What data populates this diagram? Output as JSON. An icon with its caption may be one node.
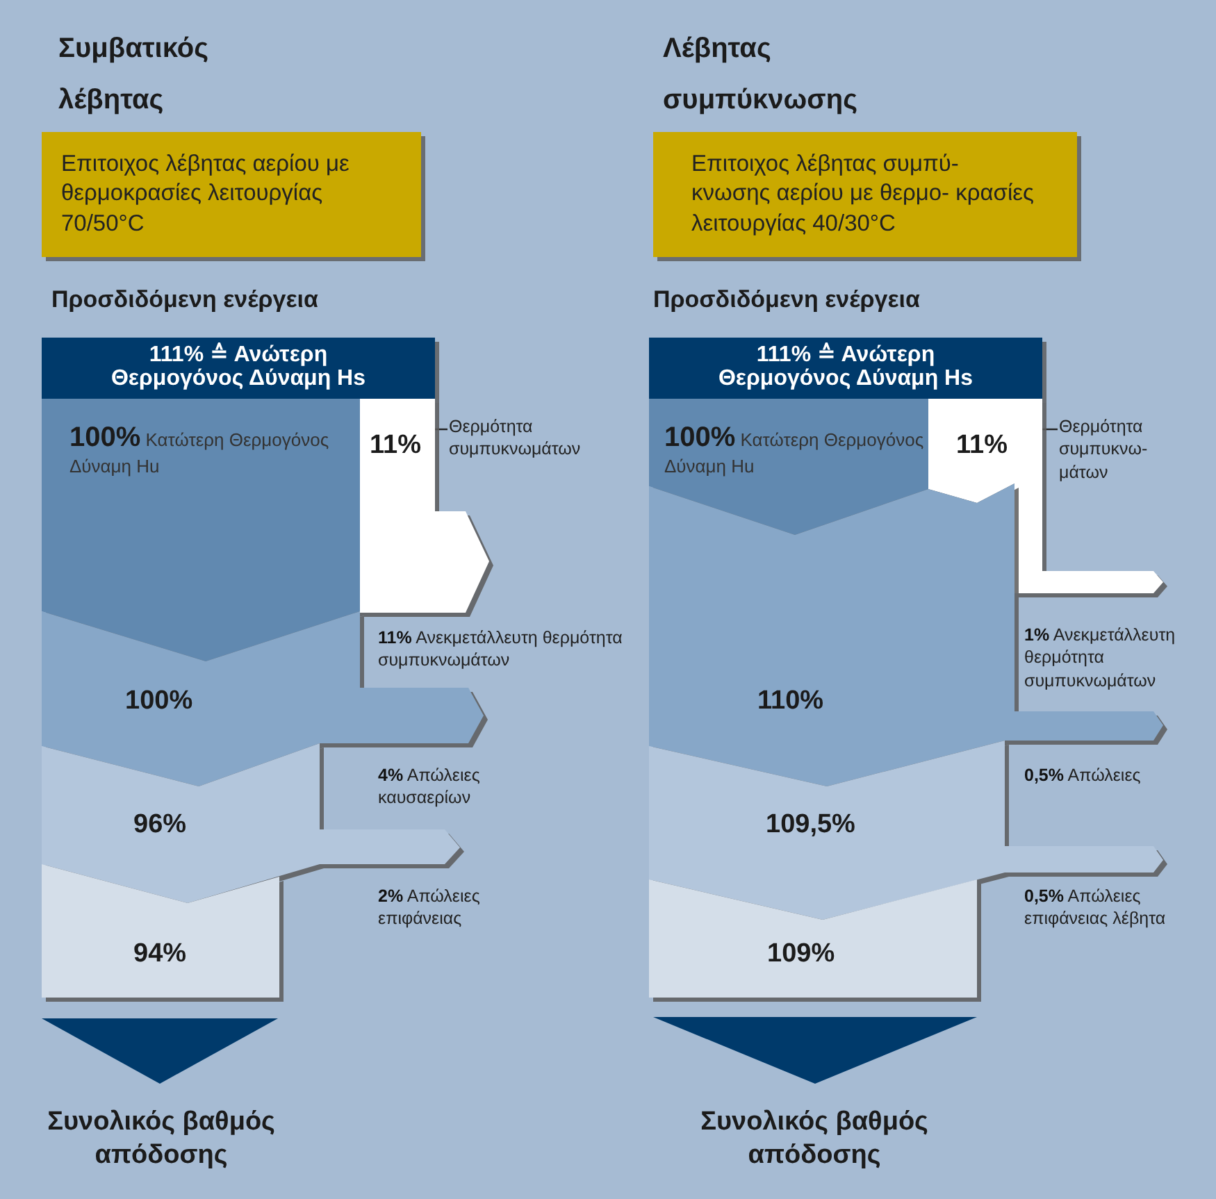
{
  "diagram": {
    "nodes": [
      {
        "text": [
          "Επιτοιχος λέβητας αερίου με θερμοκρασίες λειτουργίας 70/50°C"
        ]
      },
      {
        "text": [
          "Επιτοιχος λέβητας συμπύ- κνωσης αερίου με θερμο- κρασίες λειτουργίας 40/30°C"
        ]
      },
      {
        "text": [
          "111% ≙ Ανώτερη Θερμογόνος Δύναμη Hs"
        ]
      },
      {
        "text": [
          "**100%** Κατώτερη Θερμογόνος Δύναμη Hu"
        ]
      },
      {
        "text": [
          "11%"
        ]
      },
      {
        "text": [
          "Θερμότητα συμπυκνωμάτων"
        ]
      },
      {
        "text": [
          "100%"
        ]
      },
      {
        "text": [
          "96%"
        ]
      },
      {
        "text": [
          "94%"
        ]
      },
      {
        "text": [],
        "shape": "triangle",
        "beside": [
          "Συνολικός βαθμός απόδοσης"
        ]
      },
      {
        "text": [
          "111% ≙ Ανώτερη Θερμογόνος Δύναμη Hs"
        ]
      },
      {
        "text": [
          "**100%** Κατώτερη Θερμογόνος Δύναμη Hu"
        ]
      },
      {
        "text": [
          "11%"
        ]
      },
      {
        "text": [
          "Θερμότητα συμπυκνω- μάτων"
        ]
      },
      {
        "text": [
          "110%"
        ]
      },
      {
        "text": [
          "109,5%"
        ]
      },
      {
        "text": [
          "109%"
        ]
      },
      {
        "text": [],
        "shape": "triangle",
        "beside": [
          "Συνολικός βαθμός απόδοσης"
        ]
      }
    ],
    "edges": [
      {
        "from": 5,
        "to": 4,
        "arrow": "none"
      },
      {
        "from": 13,
        "to": 12,
        "arrow": "none"
      }
    ],
    "labels": [
      "Συμβατικός λέβητας",
      "Λέβητας συμπύκνωσης",
      "Προσδιδόμενη ενέργεια",
      "Προσδιδόμενη ενέργεια",
      "**11%** Ανεκμετάλλευτη θερμότητα συμπυκνωμάτων",
      "**4%** Απώλειες καυσαερίων",
      "**2%** Απώλειες επιφάνειας",
      "**1%** Ανεκμετάλλευτη θερμότητα συμπυκνωμάτων",
      "**0,5%** Απώλειες",
      "**0,5%** Απώλειες επιφάνειας λέβητα"
    ]
  }
}
